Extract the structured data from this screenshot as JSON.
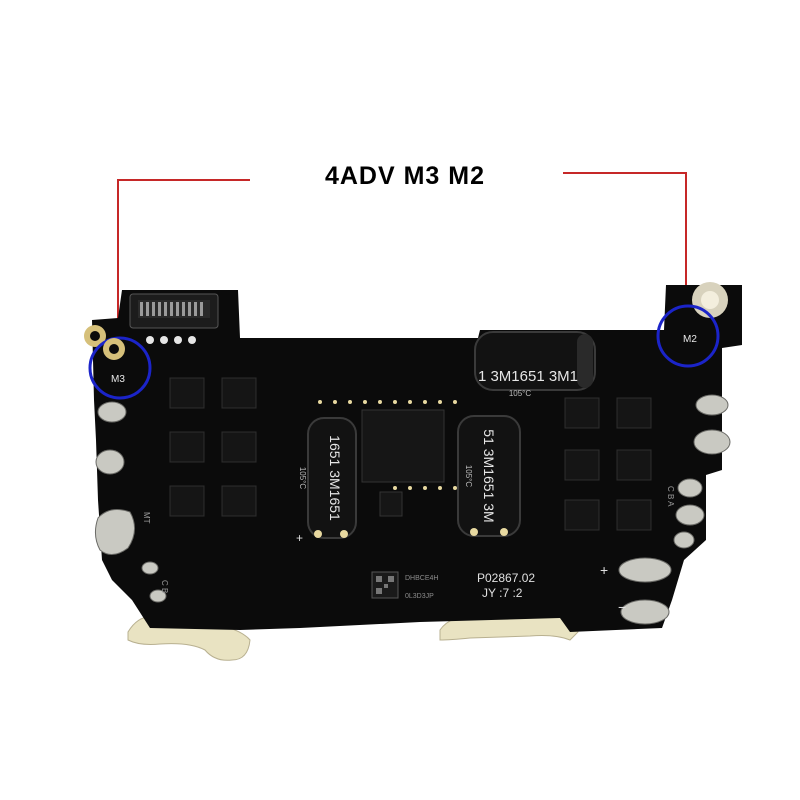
{
  "title": "4ADV M3 M2",
  "pads": {
    "left_label": "M3",
    "right_label": "M2"
  },
  "capacitors": {
    "top_label": "1 3M1651 3M1",
    "top_sub": "105°C",
    "left_label": "1651 3M1651",
    "right_label": "51 3M1651 3M",
    "temp_label": "105°C"
  },
  "silkscreen": {
    "part_number": "P02867.02",
    "date_code": "JY :7 :2",
    "qr_text_top": "DHBCE4H",
    "qr_text_bottom": "0L3D3JP",
    "plus_left": "+",
    "plus_right": "+",
    "minus_right": "−",
    "phase_left": "C  B",
    "phase_right": "C  B  A",
    "mt_label": "MT"
  },
  "colors": {
    "board": "#0b0b0b",
    "solder": "#c9c9c2",
    "wire": "#c62828",
    "circle": "#1b24c9",
    "glue": "#e9e3c2",
    "gold": "#d6c07a"
  }
}
